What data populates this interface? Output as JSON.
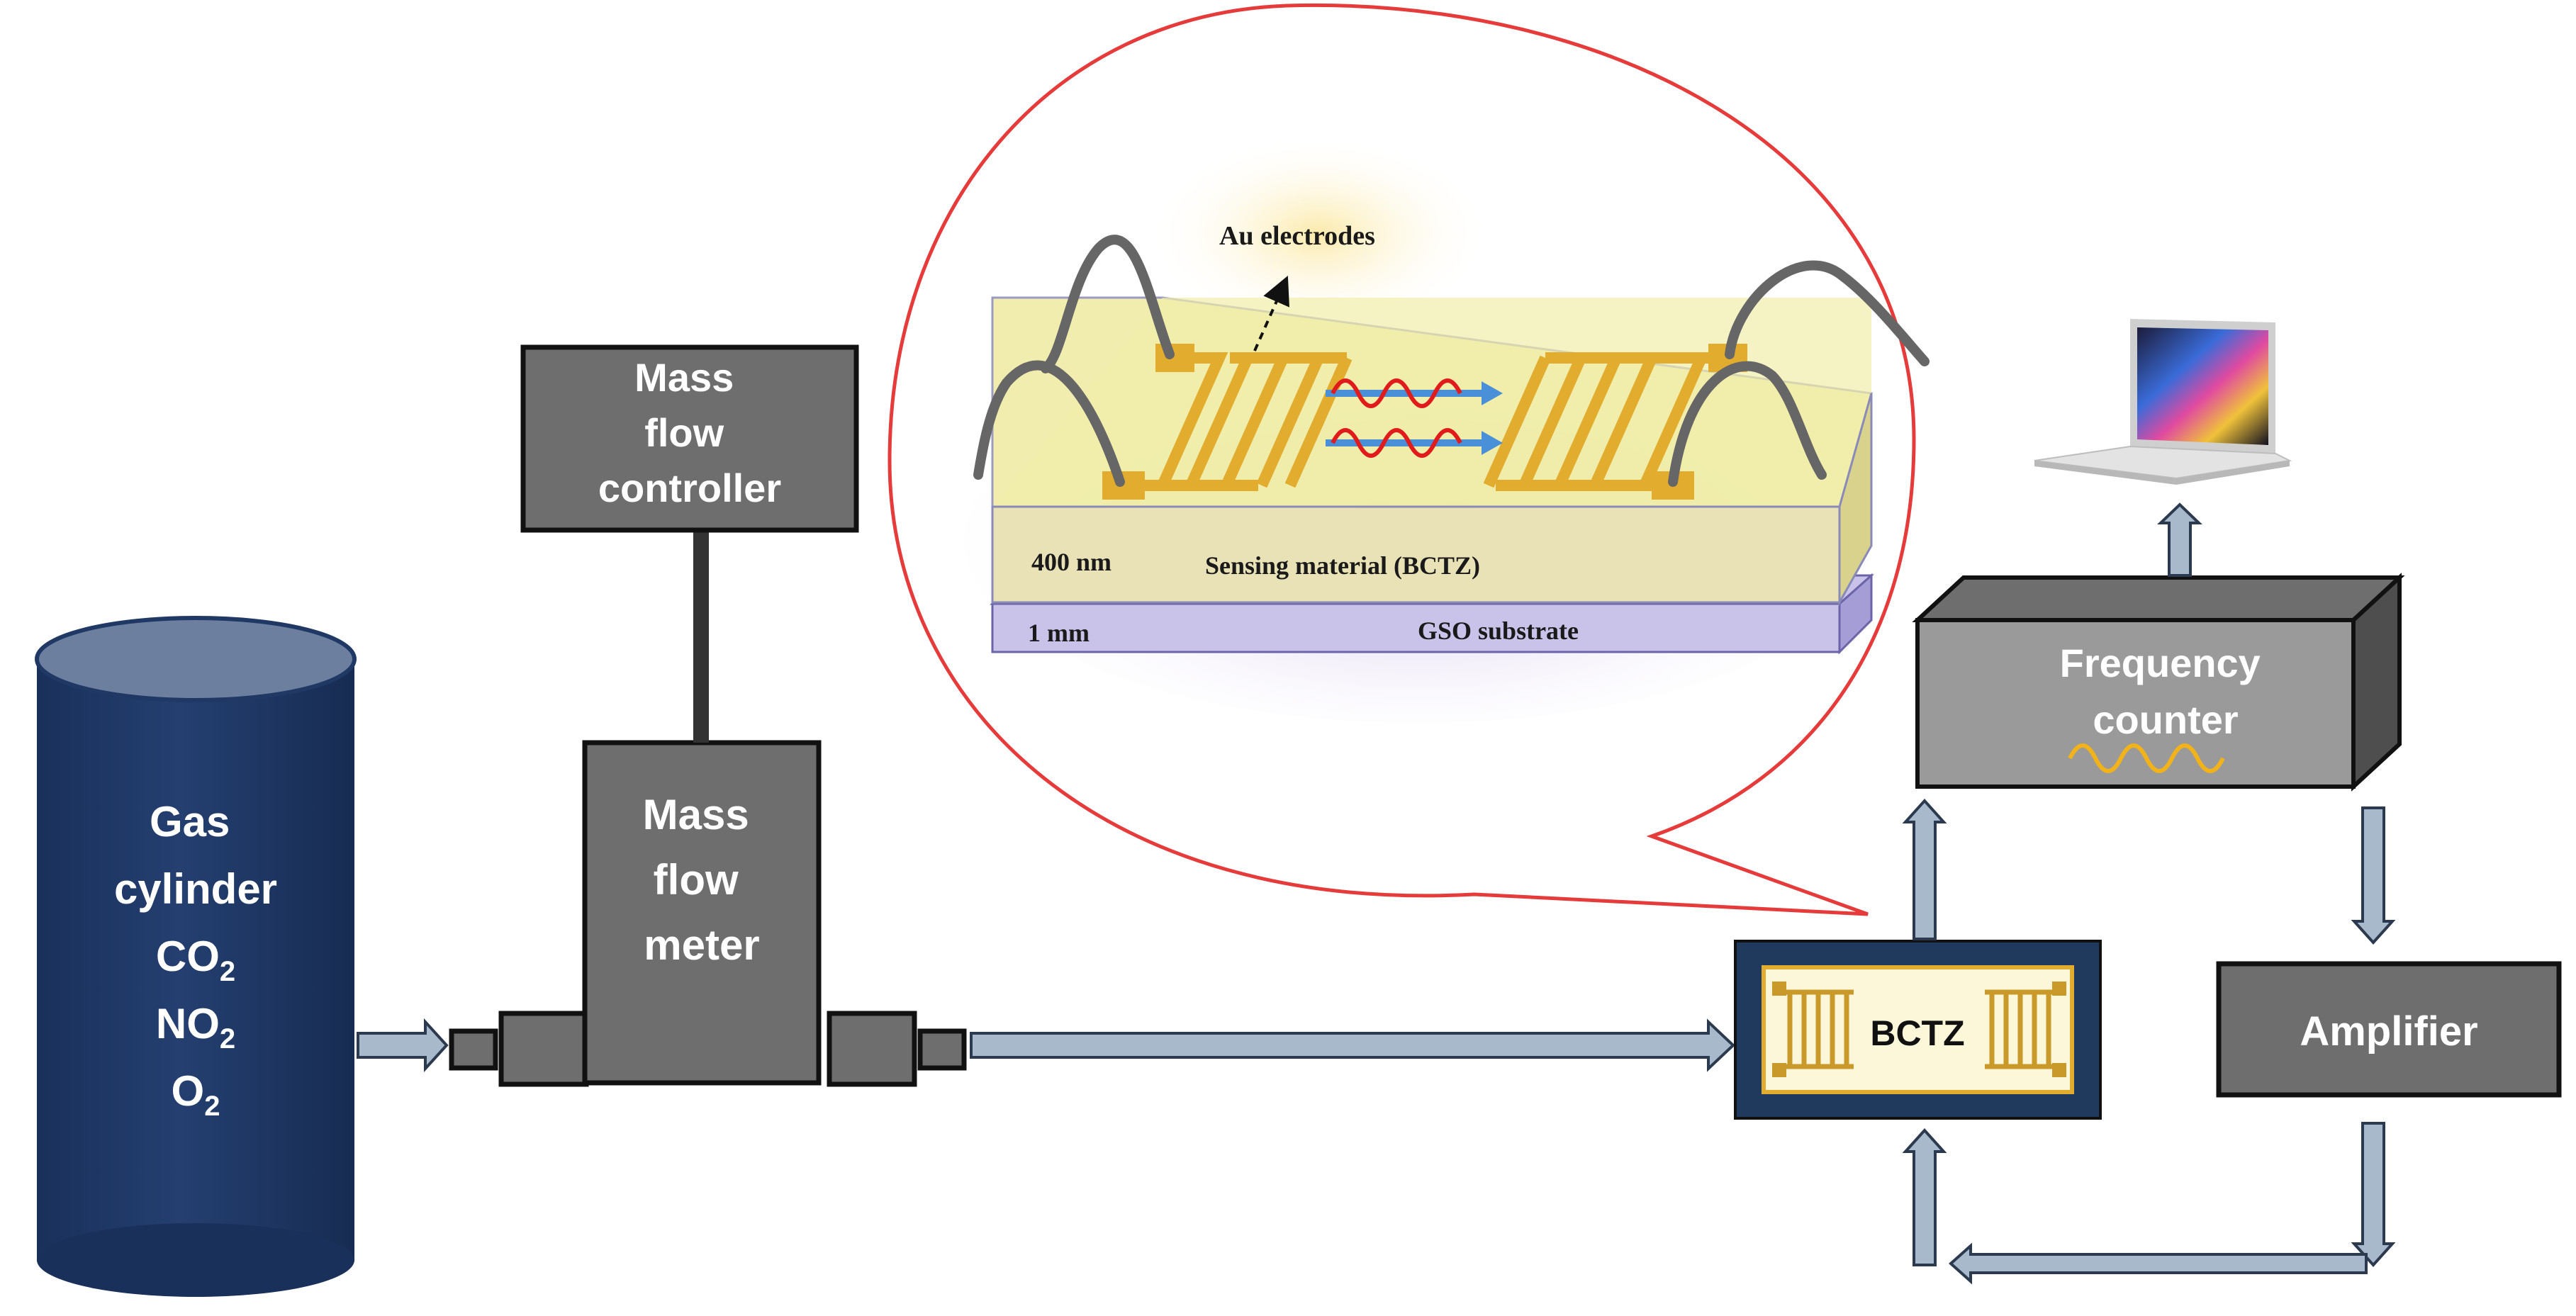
{
  "gas_cylinder": {
    "line1": "Gas",
    "line2": "cylinder",
    "gases": [
      {
        "base": "CO",
        "sub": "2"
      },
      {
        "base": "NO",
        "sub": "2"
      },
      {
        "base": "O",
        "sub": "2"
      }
    ]
  },
  "mass_flow_controller": {
    "lines": [
      "Mass",
      "flow",
      "controller"
    ]
  },
  "mass_flow_meter": {
    "lines": [
      "Mass",
      "flow",
      "meter"
    ]
  },
  "sensor_chip": {
    "label": "BCTZ"
  },
  "frequency_counter": {
    "lines": [
      "Frequency",
      "counter"
    ]
  },
  "amplifier": {
    "label": "Amplifier"
  },
  "inset": {
    "electrodes_label": "Au electrodes",
    "film_thickness": "400 nm",
    "film_label": "Sensing material (BCTZ)",
    "substrate_thickness": "1 mm",
    "substrate_label": "GSO substrate"
  },
  "colors": {
    "cylinder": "#1f3864",
    "cylinder_top": "#6d7f9f",
    "box_fill": "#6e6e6e",
    "box_border": "#1a1a1a",
    "counter_front": "#9a9a9a",
    "pipe": "#a9b9cc",
    "bubble_border": "#e63b3b",
    "gold": "#e2ac2f",
    "wave_red": "#e01b1b",
    "arrow_blue": "#4a90d9",
    "film": "#eeeba0",
    "substrate": "#c9c3ea"
  },
  "icons": [
    "laptop-icon",
    "wave-icon",
    "arrow-icon"
  ]
}
